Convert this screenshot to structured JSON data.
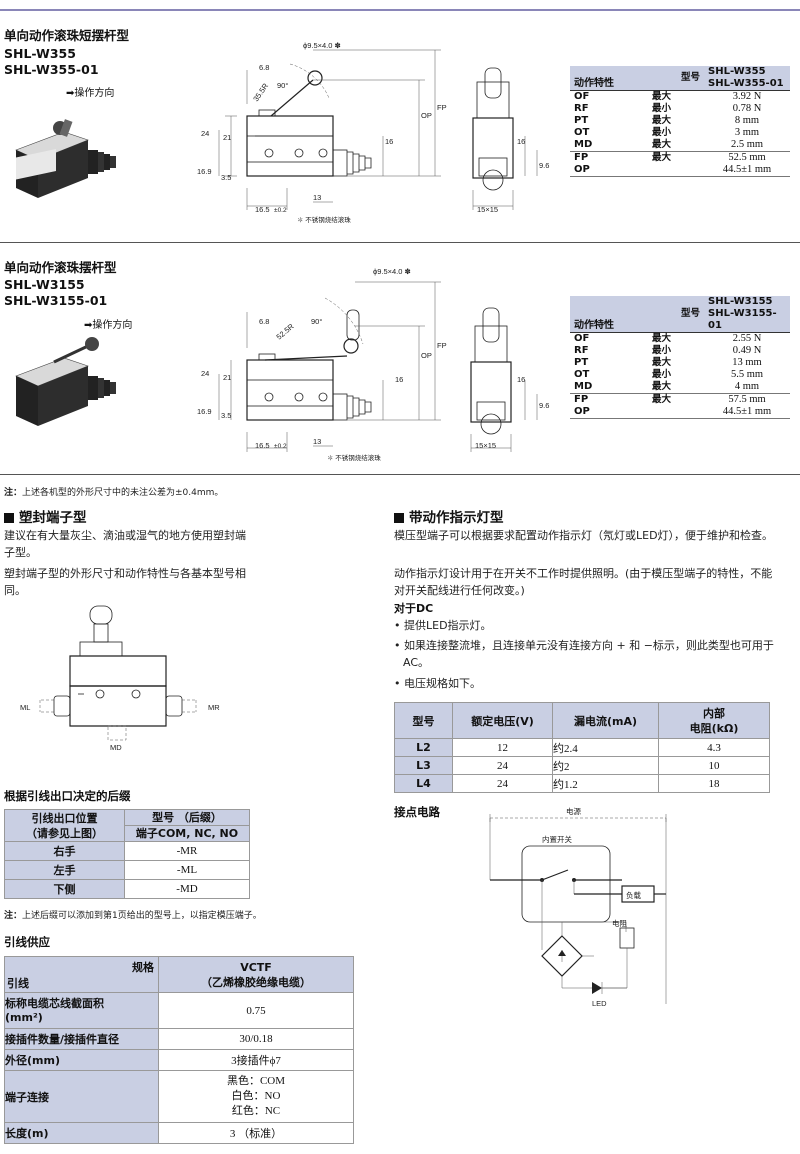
{
  "section1": {
    "title": "单向动作滚珠短摆杆型",
    "model1": "SHL-W355",
    "model2": "SHL-W355-01",
    "direction": "操作方向",
    "bearing_note": "✽ 不锈钢烧结滚珠",
    "dims": {
      "roller": "ϕ9.5×4.0 ✽",
      "d68": "6.8",
      "r355": "35.5R",
      "deg90": "90°",
      "op": "OP",
      "fp": "FP",
      "d24": "24",
      "d21": "21",
      "d16": "16",
      "d169": "16.9",
      "d35": "3.5",
      "d13": "13",
      "d165": "16.5",
      "tol": "±0.2",
      "d15x15": "15×15",
      "d96": "9.6",
      "d16b": "16"
    },
    "table": {
      "header_left": "动作特性",
      "header_model": "型号",
      "model_a": "SHL-W355",
      "model_b": "SHL-W355-01",
      "rows": [
        {
          "p": "OF",
          "m": "最大",
          "v": "3.92 N"
        },
        {
          "p": "RF",
          "m": "最小",
          "v": "0.78 N"
        },
        {
          "p": "PT",
          "m": "最大",
          "v": "8 mm"
        },
        {
          "p": "OT",
          "m": "最小",
          "v": "3 mm"
        },
        {
          "p": "MD",
          "m": "最大",
          "v": "2.5 mm"
        },
        {
          "p": "FP",
          "m": "最大",
          "v": "52.5 mm"
        },
        {
          "p": "OP",
          "m": "",
          "v": "44.5±1 mm"
        }
      ]
    }
  },
  "section2": {
    "title": "单向动作滚珠摆杆型",
    "model1": "SHL-W3155",
    "model2": "SHL-W3155-01",
    "direction": "操作方向",
    "bearing_note": "✽ 不锈钢烧结滚珠",
    "dims": {
      "roller": "ϕ9.5×4.0 ✽",
      "d68": "6.8",
      "r525": "52.5R",
      "deg90": "90°",
      "op": "OP",
      "fp": "FP",
      "d24": "24",
      "d21": "21",
      "d16": "16",
      "d169": "16.9",
      "d35": "3.5",
      "d13": "13",
      "d165": "16.5",
      "tol": "±0.2",
      "d15x15": "15×15",
      "d96": "9.6",
      "d16b": "16"
    },
    "table": {
      "header_left": "动作特性",
      "header_model": "型号",
      "model_a": "SHL-W3155",
      "model_b": "SHL-W3155-01",
      "rows": [
        {
          "p": "OF",
          "m": "最大",
          "v": "2.55 N"
        },
        {
          "p": "RF",
          "m": "最小",
          "v": "0.49 N"
        },
        {
          "p": "PT",
          "m": "最大",
          "v": "13 mm"
        },
        {
          "p": "OT",
          "m": "最小",
          "v": "5.5 mm"
        },
        {
          "p": "MD",
          "m": "最大",
          "v": "4 mm"
        },
        {
          "p": "FP",
          "m": "最大",
          "v": "57.5 mm"
        },
        {
          "p": "OP",
          "m": "",
          "v": "44.5±1 mm"
        }
      ]
    }
  },
  "note1_label": "注：",
  "note1": "上述各机型的外形尺寸中的未注公差为±0.4mm。",
  "sealed": {
    "title": "塑封端子型",
    "p1": "建议在有大量灰尘、滴油或湿气的地方使用塑封端子型。",
    "p2": "塑封端子型的外形尺寸和动作特性与各基本型号相同。",
    "ml": "ML",
    "mr": "MR",
    "md": "MD"
  },
  "suffix": {
    "title": "根据引线出口决定的后缀",
    "h1a": "引线出口位置",
    "h1b": "（请参见上图）",
    "h2a": "型号 （后缀）",
    "h2b": "端子COM, NC, NO",
    "rows": [
      {
        "pos": "右手",
        "code": "-MR"
      },
      {
        "pos": "左手",
        "code": "-ML"
      },
      {
        "pos": "下侧",
        "code": "-MD"
      }
    ],
    "note_label": "注：",
    "note": "上述后缀可以添加到第1页给出的型号上，以指定模压端子。"
  },
  "supply": {
    "title": "引线供应",
    "h_spec": "规格",
    "h_lead": "引线",
    "h_v1": "VCTF",
    "h_v2": "（乙烯橡胶绝缘电缆）",
    "r1a": "标称电缆芯线截面积",
    "r1b": "(mm²)",
    "r1v": "0.75",
    "r2": "接插件数量/接插件直径",
    "r2v": "30/0.18",
    "r3": "外径(mm)",
    "r3v": "3接插件ϕ7",
    "r4": "端子连接",
    "r4v1": "黑色：COM",
    "r4v2": "白色：NO",
    "r4v3": "红色：NC",
    "r5": "长度(m)",
    "r5v": "3 （标准）"
  },
  "indicator": {
    "title": "带动作指示灯型",
    "p1": "模压型端子可以根据要求配置动作指示灯（氖灯或LED灯），便于维护和检查。",
    "p2": "动作指示灯设计用于在开关不工作时提供照明。(由于模压型端子的特性，不能对开关配线进行任何改变。)",
    "dc": "对于DC",
    "b1": "提供LED指示灯。",
    "b2": "如果连接整流堆，且连接单元没有连接方向 + 和 −标示，则此类型也可用于AC。",
    "b3": "电压规格如下。",
    "table": {
      "h1": "型号",
      "h2": "额定电压(V)",
      "h3": "漏电流(mA)",
      "h4a": "内部",
      "h4b": "电阻(kΩ)",
      "rows": [
        {
          "m": "L2",
          "v": "12",
          "i": "约2.4",
          "r": "4.3"
        },
        {
          "m": "L3",
          "v": "24",
          "i": "约2",
          "r": "10"
        },
        {
          "m": "L4",
          "v": "24",
          "i": "约1.2",
          "r": "18"
        }
      ]
    },
    "circuit_title": "接点电路",
    "power": "电源",
    "internal": "内置开关",
    "load": "负载",
    "resistor": "电阻",
    "led": "LED"
  }
}
